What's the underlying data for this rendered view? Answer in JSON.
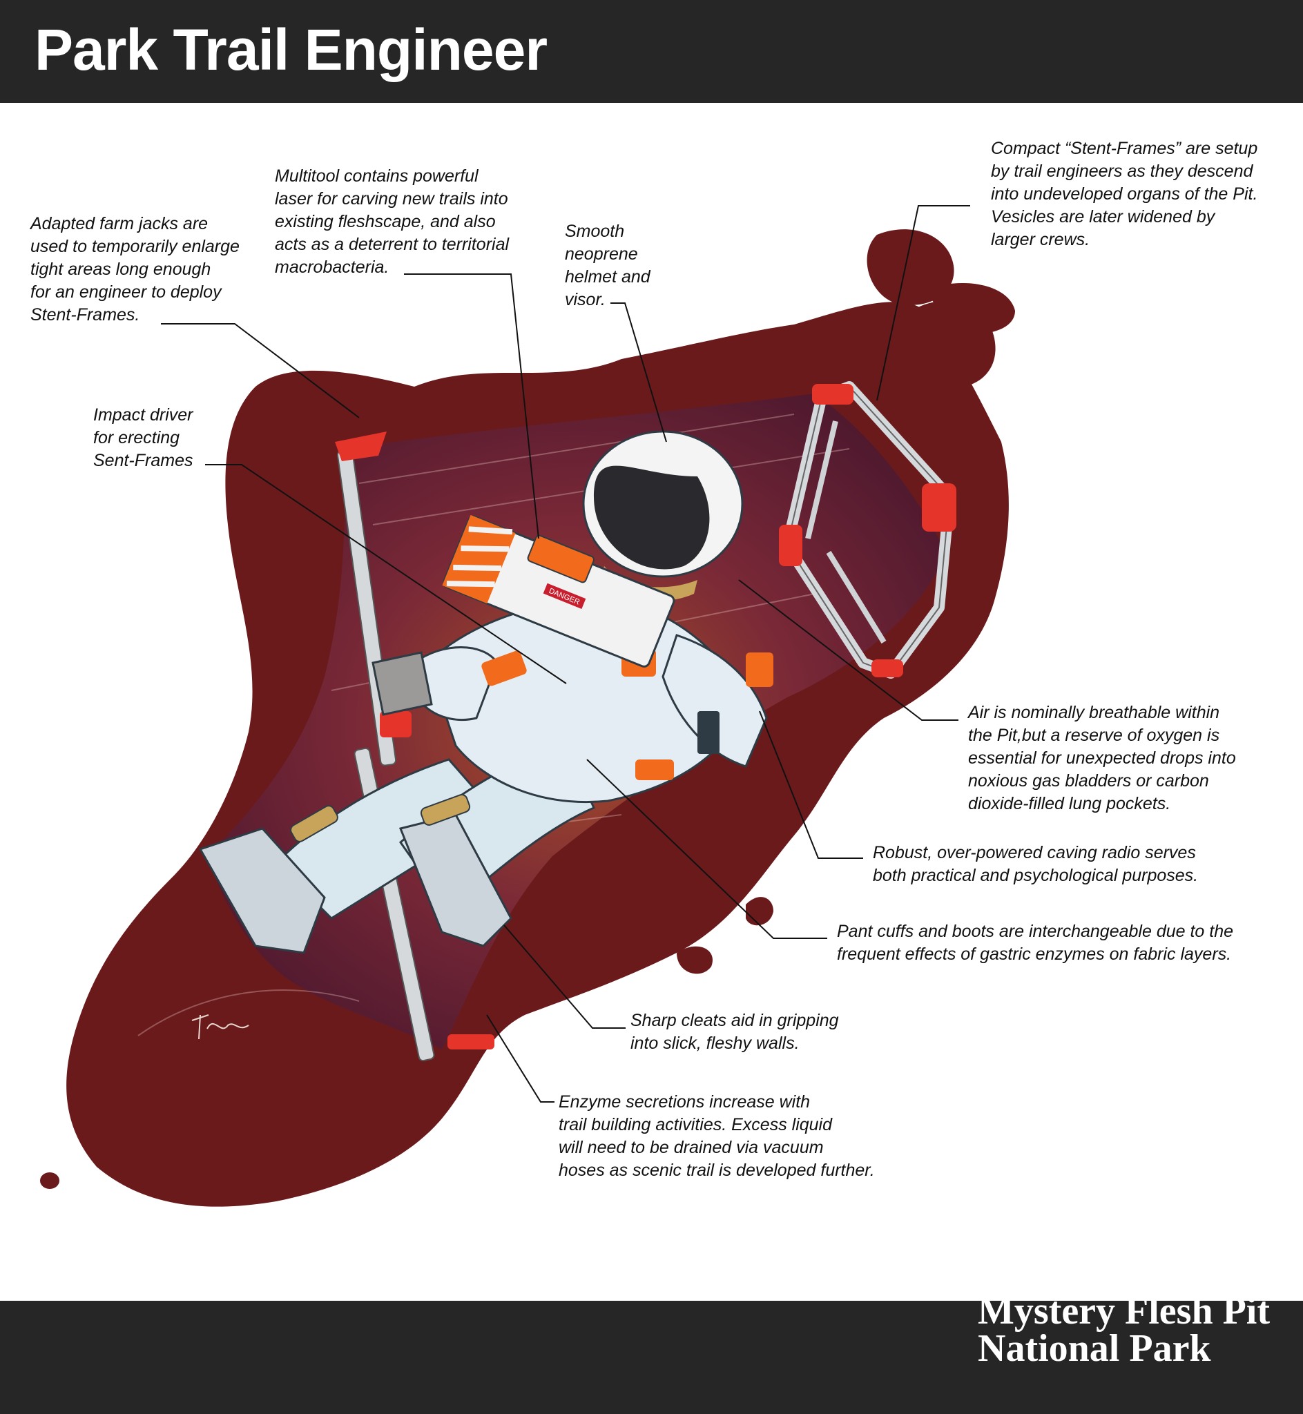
{
  "header": {
    "title": "Park Trail Engineer"
  },
  "footer": {
    "brand_line1": "Mystery Flesh Pit",
    "brand_line2": "National Park"
  },
  "callouts": {
    "farm_jacks": "Adapted farm jacks are\nused to temporarily enlarge\ntight areas long enough\nfor an engineer to deploy\nStent-Frames.",
    "multitool": "Multitool contains powerful\nlaser for carving new trails into\nexisting fleshscape, and also\nacts as a deterrent to territorial\nmacrobacteria.",
    "helmet": "Smooth\nneoprene\nhelmet and\nvisor.",
    "stent_frames": "Compact “Stent-Frames” are setup\nby trail engineers as they descend\ninto undeveloped organs of the Pit.\nVesicles are later widened by\nlarger crews.",
    "impact_driver": "Impact driver\nfor erecting\nSent-Frames",
    "oxygen": "Air is nominally breathable within\nthe Pit,but a reserve of oxygen is\nessential for unexpected drops into\nnoxious gas bladders or carbon\ndioxide-filled lung pockets.",
    "radio": "Robust, over-powered caving radio serves\nboth practical and psychological purposes.",
    "pant_cuffs": "Pant cuffs and boots are interchangeable due to the\nfrequent effects of gastric enzymes on fabric layers.",
    "cleats": "Sharp cleats aid in gripping\ninto slick, fleshy walls.",
    "enzyme": "Enzyme secretions increase with\ntrail building activities. Excess liquid\nwill need to be drained via vacuum\nhoses as scenic trail is developed further."
  },
  "labels": {
    "danger_sticker": "DANGER"
  },
  "colors": {
    "flesh": "#6b1a1c",
    "accent_orange": "#f26a1b",
    "frame_red": "#e5342a",
    "bar": "#262626"
  }
}
